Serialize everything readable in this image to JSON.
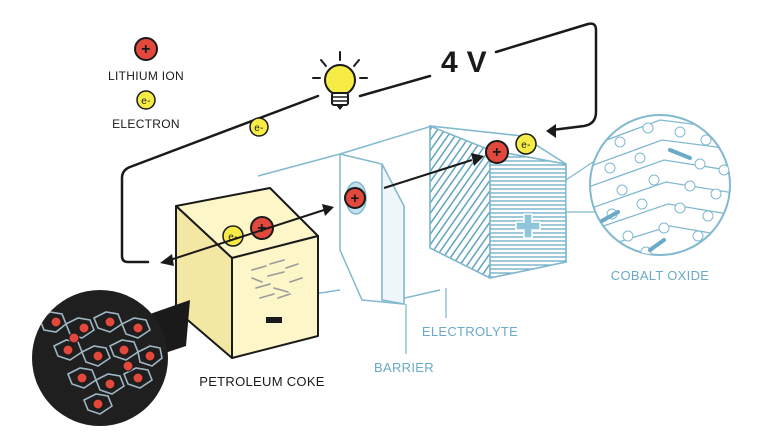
{
  "legend": {
    "lithium_ion": "LITHIUM ION",
    "electron": "ELECTRON",
    "ion_symbol": "+",
    "electron_symbol": "e-"
  },
  "voltage": "4 V",
  "labels": {
    "petroleum_coke": "PETROLEUM COKE",
    "barrier": "BARRIER",
    "electrolyte": "ELECTROLYTE",
    "cobalt_oxide": "COBALT OXIDE"
  },
  "terminals": {
    "negative": "−",
    "positive": "+"
  },
  "colors": {
    "ion_red": "#e2483b",
    "electron_yellow": "#f7ec45",
    "coke_face": "#fdf6c8",
    "blue_line": "#82b9cf",
    "blue_text": "#6aaac6",
    "blue_fill": "#8fc6db",
    "dark": "#1a1a1a"
  }
}
